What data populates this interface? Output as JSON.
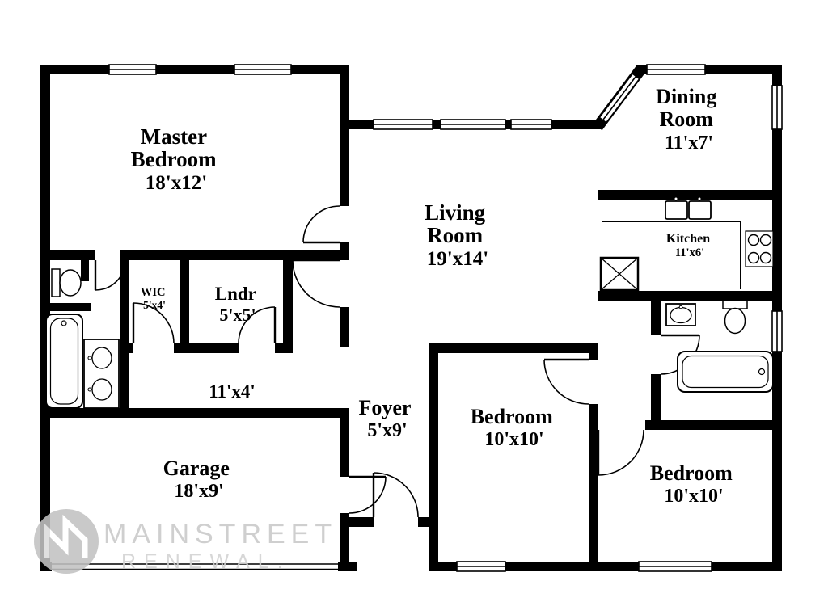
{
  "labels": {
    "master": {
      "l1": "Master",
      "l2": "Bedroom",
      "dims": "18'x12'"
    },
    "dining": {
      "l1": "Dining",
      "l2": "Room",
      "dims": "11'x7'"
    },
    "living": {
      "l1": "Living",
      "l2": "Room",
      "dims": "19'x14'"
    },
    "kitchen": {
      "l1": "Kitchen",
      "dims": "11'x6'"
    },
    "wic": {
      "l1": "WIC",
      "dims": "5'x4'"
    },
    "laundry": {
      "l1": "Lndr",
      "dims": "5'x5'"
    },
    "hall": {
      "dims": "11'x4'"
    },
    "foyer": {
      "l1": "Foyer",
      "dims": "5'x9'"
    },
    "garage": {
      "l1": "Garage",
      "dims": "18'x9'"
    },
    "bedroom_center": {
      "l1": "Bedroom",
      "dims": "10'x10'"
    },
    "bedroom_right": {
      "l1": "Bedroom",
      "dims": "10'x10'"
    }
  },
  "watermark": {
    "line1": "MAINSTREET",
    "line2": "RENEWAL."
  },
  "colors": {
    "wall": "#000000",
    "background": "#ffffff",
    "watermark_text": "#c9c9c9",
    "watermark_text2": "#d2d2d2",
    "watermark_logo": "#c2c2c2"
  }
}
